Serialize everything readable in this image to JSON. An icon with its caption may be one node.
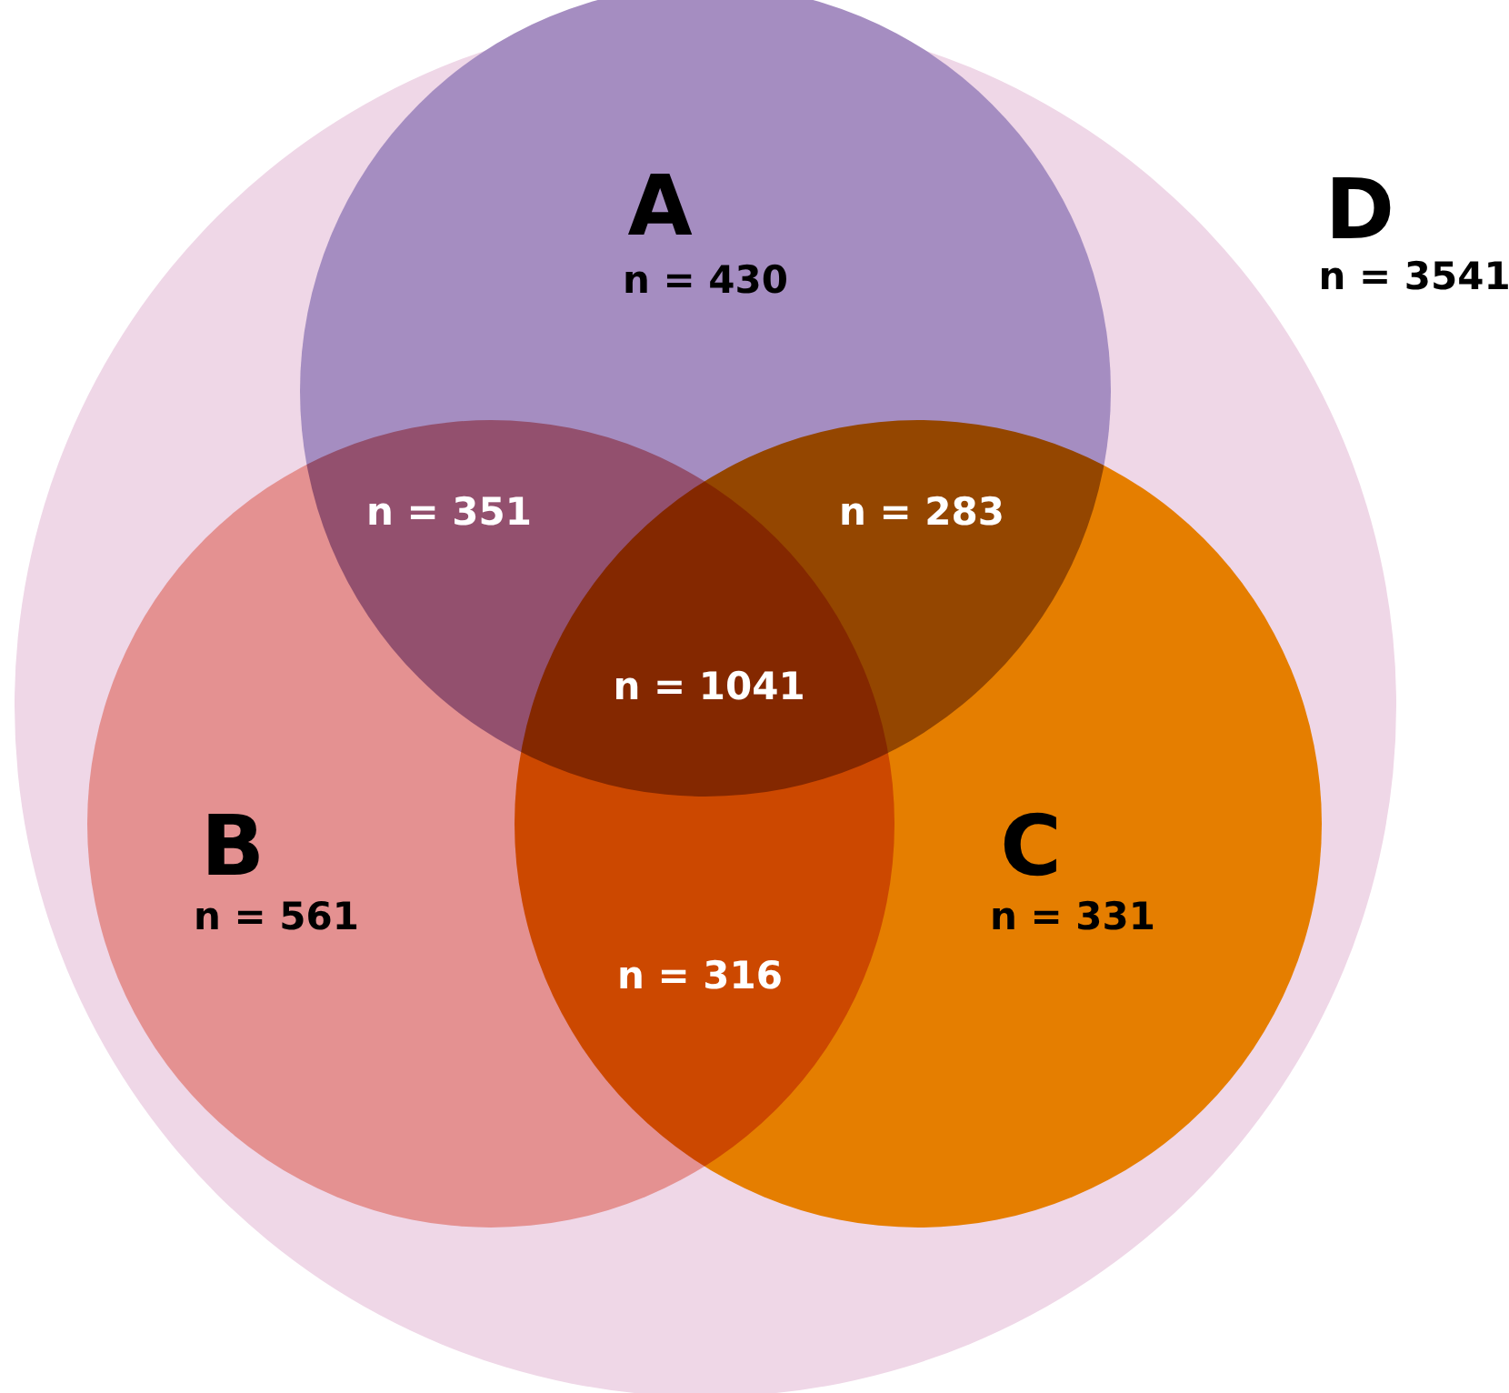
{
  "diagram": {
    "nodes": [
      {
        "text": [
          "D",
          "n = 3541"
        ]
      },
      {
        "text": [
          "A",
          "n = 430"
        ],
        "in": 0
      },
      {
        "text": [
          "B",
          "n = 561"
        ],
        "in": 0
      },
      {
        "text": [
          "C",
          "n = 331"
        ],
        "in": 0
      }
    ],
    "labels": [
      "n = 351",
      "n = 283",
      "n = 1041",
      "n = 316"
    ]
  }
}
